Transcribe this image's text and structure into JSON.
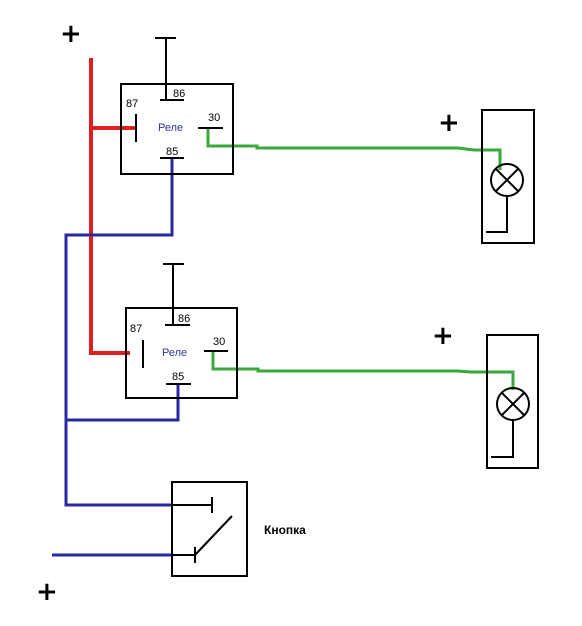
{
  "colors": {
    "red_wire": "#e02020",
    "blue_wire": "#2a2aa0",
    "green_wire": "#3aa83a",
    "black_wire": "#000000",
    "relay_label": "#3333a0"
  },
  "plus_sign": "+",
  "relay_top": {
    "label": "Реле",
    "pin_86": "86",
    "pin_87": "87",
    "pin_30": "30",
    "pin_85": "85"
  },
  "relay_bottom": {
    "label": "Реле",
    "pin_86": "86",
    "pin_87": "87",
    "pin_30": "30",
    "pin_85": "85"
  },
  "button": {
    "label": "Кнопка"
  },
  "lamps": [
    {
      "icon": "lamp-icon"
    },
    {
      "icon": "lamp-icon"
    }
  ]
}
